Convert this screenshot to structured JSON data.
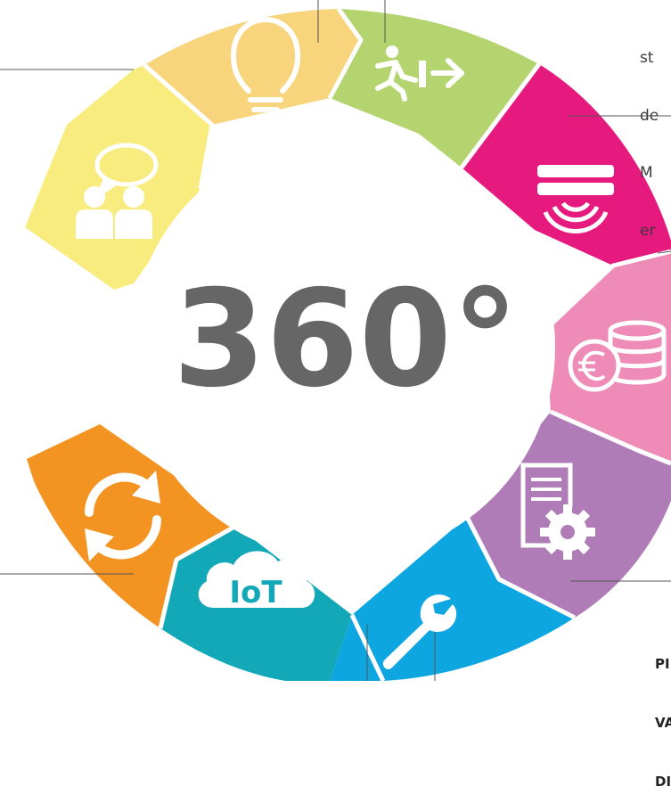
{
  "center": {
    "label": "360°",
    "color": "#666666"
  },
  "segments": [
    {
      "name": "communication",
      "icon": "speech-bubble-people-icon",
      "color": "#f9ec7f"
    },
    {
      "name": "ideas",
      "icon": "lightbulb-icon",
      "color": "#f8d57c"
    },
    {
      "name": "exit",
      "icon": "emergency-exit-icon",
      "color": "#b3d46e"
    },
    {
      "name": "sensor",
      "icon": "ceiling-sensor-icon",
      "color": "#e6197f"
    },
    {
      "name": "costs",
      "icon": "euro-coins-icon",
      "color": "#ee8bb7"
    },
    {
      "name": "settings",
      "icon": "document-gear-icon",
      "color": "#b07cb8"
    },
    {
      "name": "maintenance",
      "icon": "wrench-icon",
      "color": "#0ea6e0"
    },
    {
      "name": "iot",
      "icon": "iot-cloud-icon",
      "color": "#13a8b8",
      "badge": "IoT"
    },
    {
      "name": "update",
      "icon": "refresh-arrows-icon",
      "color": "#f39322"
    }
  ],
  "edge_text": {
    "top_right": [
      "st",
      "de",
      "M",
      "er"
    ],
    "bottom_right": [
      "PI",
      "VA",
      "DI"
    ]
  }
}
